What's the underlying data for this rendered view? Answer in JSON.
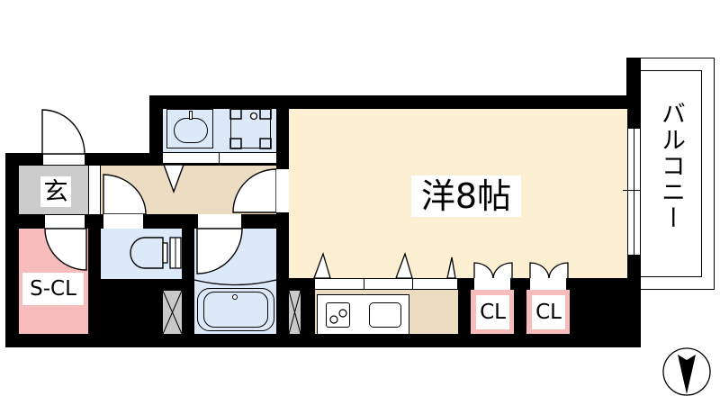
{
  "floorplan": {
    "rooms": {
      "western_room": {
        "label": "洋8帖",
        "color": "#fdf0d2"
      },
      "entrance": {
        "label": "玄",
        "color": "#cccccc"
      },
      "storage_closet": {
        "label": "S-CL",
        "color": "#f8bcbc"
      },
      "closet_1": {
        "label": "CL",
        "color": "#f8bcbc"
      },
      "closet_2": {
        "label": "CL",
        "color": "#f8bcbc"
      },
      "balcony": {
        "label": "バルコニー"
      },
      "hallway": {
        "color": "#ecdcc2"
      },
      "washroom": {
        "color": "#dbe9f9"
      },
      "toilet": {
        "color": "#dbe9f9"
      },
      "bathroom": {
        "color": "#dbe9f9"
      },
      "kitchen": {
        "color": "#ecdcc2"
      }
    },
    "compass": {
      "direction": "south"
    }
  }
}
